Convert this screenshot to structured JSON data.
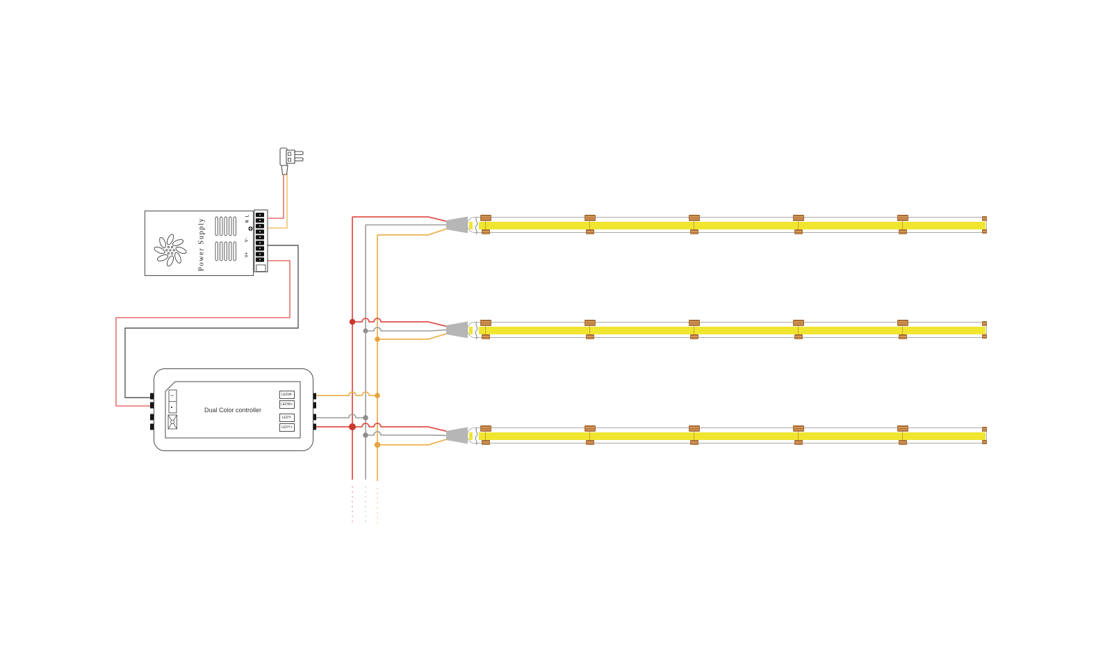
{
  "components": {
    "power_supply": {
      "label": "Power Supply",
      "terminals": {
        "l": "L",
        "n": "N",
        "ground_icon": "earth-ground",
        "v_minus": "V-",
        "v_plus": "V+"
      }
    },
    "controller": {
      "label": "Dual Color controller",
      "outputs": [
        "LEDW-",
        "LEDW+",
        "LEDY-",
        "LEDY+"
      ]
    },
    "ac_plug": {
      "icon": "ac-plug"
    },
    "led_strips": {
      "count": 3
    }
  },
  "colors": {
    "wire_red": "#e0524c",
    "wire_gray": "#9b9b9b",
    "wire_yellow": "#ecb24f",
    "wire_black": "#555555",
    "outline": "#4a4a4a",
    "strip_stripe": "#f0e52f",
    "strip_outline": "#a9a9a9",
    "pad_copper": "#d79a5a",
    "pad_dark": "#a56a35",
    "connector_gray": "#b6b6b6",
    "dot_red": "#cb372b",
    "dot_gray": "#8f8f8f",
    "dot_yellow": "#e8a33c"
  }
}
